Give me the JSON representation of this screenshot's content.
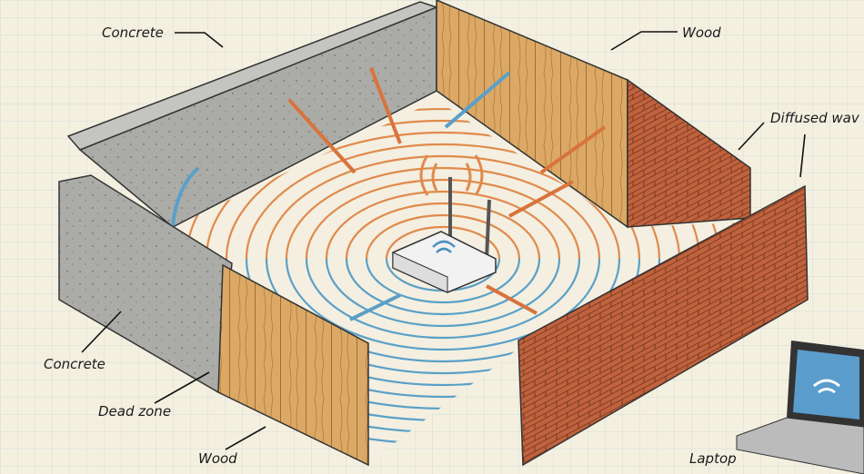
{
  "labels": {
    "concrete_top": "Concrete",
    "wood_top": "Wood",
    "diffused": "Diffused wav",
    "concrete_left": "Concrete",
    "dead_zone": "Dead zone",
    "wood_bottom": "Wood",
    "laptop": "Laptop"
  },
  "colors": {
    "background": "#f4f0e0",
    "grid": "#c9d6de",
    "concrete": "#a9aaa6",
    "wood": "#d9a864",
    "brick": "#c0623d",
    "signal_orange": "#e08a4c",
    "signal_blue": "#5aa0c8",
    "router": "#f2f2f2",
    "laptop_screen": "#5a9ccc"
  },
  "icons": [
    "wifi-router",
    "wifi-signal",
    "laptop"
  ]
}
